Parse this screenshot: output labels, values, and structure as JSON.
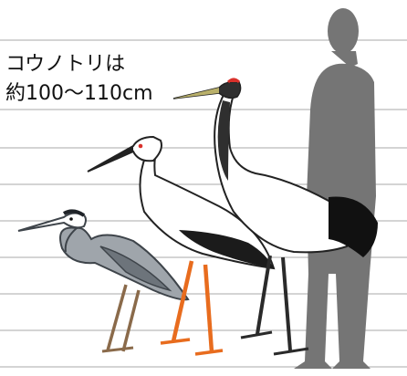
{
  "caption": {
    "line1": "コウノトリは",
    "line2": "約100〜110cm"
  },
  "figures": [
    {
      "kind": "grey-heron-illustration"
    },
    {
      "kind": "oriental-stork-illustration"
    },
    {
      "kind": "red-crowned-crane-illustration"
    },
    {
      "kind": "human-silhouette"
    }
  ],
  "colors": {
    "grid_line": "#a9a9a9",
    "human": "#757575",
    "stork_legs": "#e86c1e",
    "stork_wing": "#1b1b1b",
    "crane_plumes": "#111111",
    "crane_crown": "#d9312b",
    "heron_body": "#9fa5ab"
  }
}
